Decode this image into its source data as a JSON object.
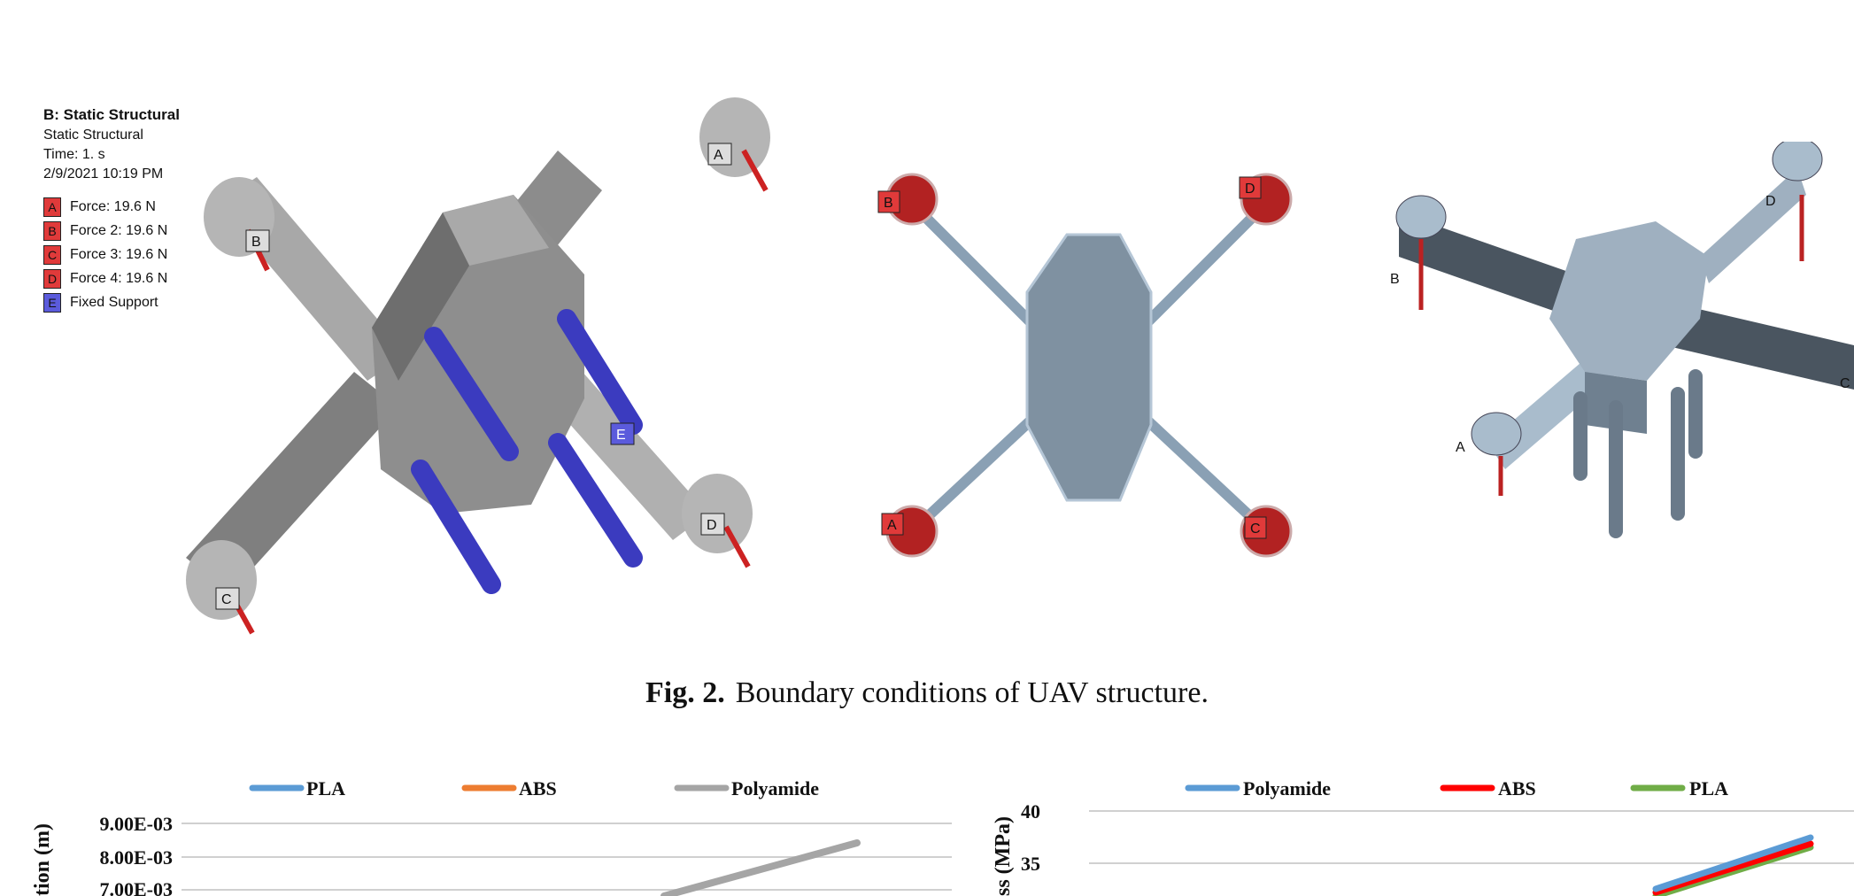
{
  "legend": {
    "title": "B: Static Structural",
    "lines": [
      "Static Structural",
      "Time: 1. s",
      "2/9/2021 10:19 PM"
    ],
    "items": [
      {
        "tag": "A",
        "label": "Force: 19.6 N",
        "color": "#e03a3a"
      },
      {
        "tag": "B",
        "label": "Force 2: 19.6 N",
        "color": "#e03a3a"
      },
      {
        "tag": "C",
        "label": "Force 3: 19.6 N",
        "color": "#e03a3a"
      },
      {
        "tag": "D",
        "label": "Force 4: 19.6 N",
        "color": "#e03a3a"
      },
      {
        "tag": "E",
        "label": "Fixed Support",
        "color": "#5b5bdc"
      }
    ]
  },
  "model_labels": {
    "left": [
      "A",
      "B",
      "C",
      "D",
      "E"
    ],
    "middle": [
      "B",
      "D",
      "A",
      "C"
    ],
    "right": [
      "D",
      "B",
      "A",
      "C"
    ]
  },
  "caption": {
    "label": "Fig. 2.",
    "text": "Boundary conditions of UAV structure."
  },
  "chart_data": [
    {
      "type": "line",
      "ylabel": "Deformation (m)",
      "ylabel_visible": "tion (m)",
      "series": [
        {
          "name": "PLA",
          "color": "#5b9bd5"
        },
        {
          "name": "ABS",
          "color": "#ed7d31"
        },
        {
          "name": "Polyamide",
          "color": "#a5a5a5"
        }
      ],
      "yticks": [
        "9.00E-03",
        "8.00E-03",
        "7.00E-03"
      ],
      "grid": true,
      "legend_position": "top"
    },
    {
      "type": "line",
      "ylabel": "Stress (MPa)",
      "ylabel_visible": "ss (MPa)",
      "series": [
        {
          "name": "Polyamide",
          "color": "#5b9bd5"
        },
        {
          "name": "ABS",
          "color": "#ff0000"
        },
        {
          "name": "PLA",
          "color": "#70ad47"
        }
      ],
      "yticks": [
        "40",
        "35"
      ],
      "grid": true,
      "legend_position": "top"
    }
  ]
}
